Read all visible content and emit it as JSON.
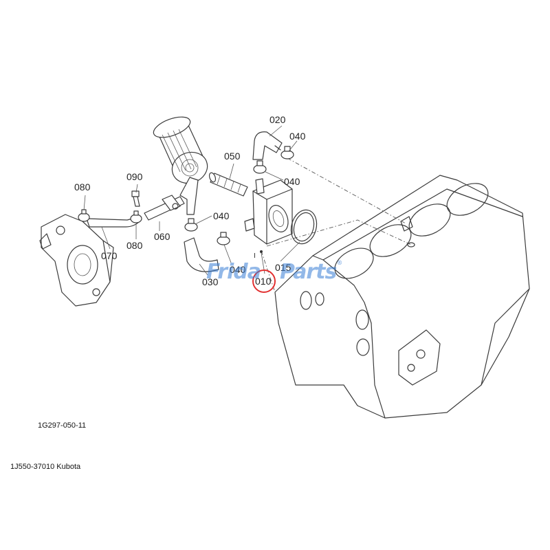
{
  "callouts": {
    "c010": "010",
    "c015": "015",
    "c020": "020",
    "c030": "030",
    "c040a": "040",
    "c040b": "040",
    "c040c": "040",
    "c040d": "040",
    "c050": "050",
    "c060": "060",
    "c070": "070",
    "c080a": "080",
    "c080b": "080",
    "c090": "090",
    "mark": "I"
  },
  "highlight": {
    "callout": "010",
    "color": "#e23030"
  },
  "watermark": {
    "part1": "Frida",
    "part2": "Parts",
    "reg": "®",
    "color": "#3a7fd6"
  },
  "captions": {
    "diagram_code": "1G297-050-11",
    "part_number": "1J550-37010 Kubota"
  }
}
